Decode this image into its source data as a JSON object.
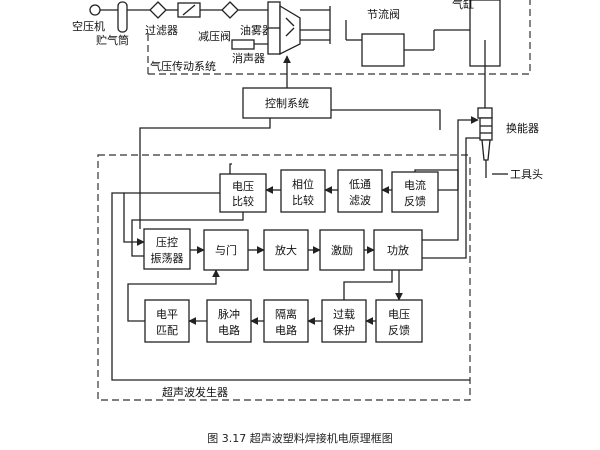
{
  "pneumatic": {
    "compressor": "空压机",
    "tank": "贮气筒",
    "filter": "过滤器",
    "reducing_valve": "减压阀",
    "lubricator": "油雾器",
    "muffler": "消声器",
    "throttle": "节流阀",
    "cylinder": "气缸",
    "system_label": "气压传动系统"
  },
  "control_system": "控制系统",
  "transducer": "换能器",
  "tool_head": "工具头",
  "generator": {
    "label": "超声波发生器",
    "row1": {
      "c1": [
        "电压",
        "比较"
      ],
      "c2": [
        "相位",
        "比较"
      ],
      "c3": [
        "低通",
        "滤波"
      ],
      "c4": [
        "电流",
        "反馈"
      ]
    },
    "row2": {
      "c1": [
        "压控",
        "振荡器"
      ],
      "c2": [
        "与门"
      ],
      "c3": [
        "放大"
      ],
      "c4": [
        "激励"
      ],
      "c5": [
        "功放"
      ]
    },
    "row3": {
      "c1": [
        "电平",
        "匹配"
      ],
      "c2": [
        "脉冲",
        "电路"
      ],
      "c3": [
        "隔离",
        "电路"
      ],
      "c4": [
        "过载",
        "保护"
      ],
      "c5": [
        "电压",
        "反馈"
      ]
    }
  },
  "caption": "图 3.17 超声波塑料焊接机电原理框图"
}
